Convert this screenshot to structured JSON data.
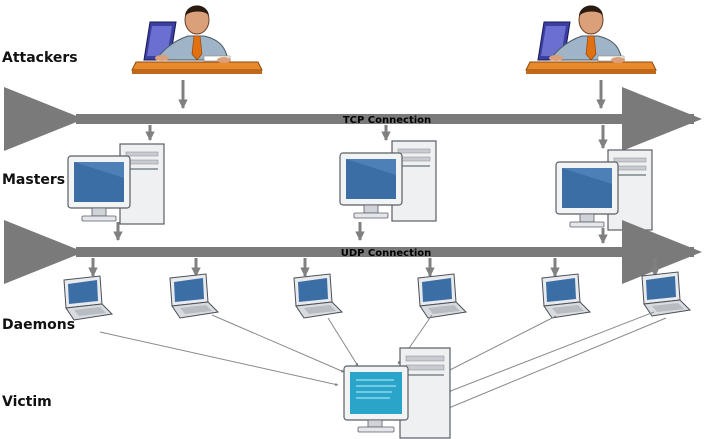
{
  "rows": {
    "attackers": "Attackers",
    "masters": "Masters",
    "daemons": "Daemons",
    "victim": "Victim"
  },
  "buses": {
    "tcp": "TCP Connection",
    "udp": "UDP Connection"
  },
  "colors": {
    "arrow": "#808080",
    "link": "#8a8a8a",
    "monitor_screen": "#3c6ea6",
    "victim_screen": "#2aa4c8",
    "desk": "#e88a2c",
    "shirt": "#9fb4c6",
    "tie": "#e07010"
  },
  "icons": [
    "attacker-icon",
    "master-computer-icon",
    "daemon-laptop-icon",
    "victim-computer-icon"
  ]
}
